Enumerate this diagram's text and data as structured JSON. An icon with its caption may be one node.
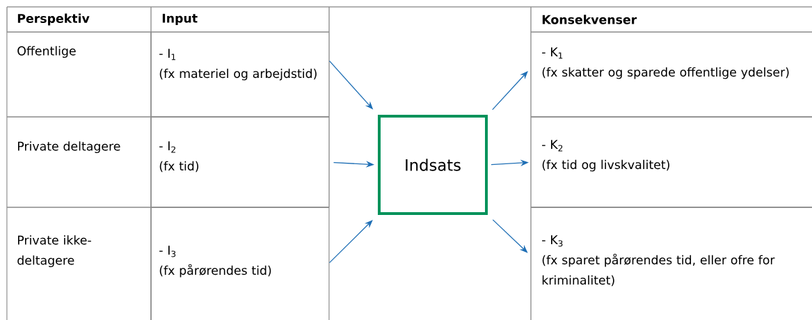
{
  "diagram": {
    "nodes": [
      {
        "text": [
          "- I$_{1}$",
          "(fx materiel og arbejdstid)"
        ]
      },
      {
        "text": [
          "- I$_{2}$",
          "(fx tid)"
        ]
      },
      {
        "text": [
          "- I$_{3}$",
          "(fx pårørendes tid)"
        ]
      },
      {
        "text": [
          "Indsats"
        ]
      },
      {
        "text": [
          "- K$_{1}$",
          "(fx skatter og sparede offentlige ydelser)"
        ]
      },
      {
        "text": [
          "- K$_{2}$",
          "(fx tid og livskvalitet)"
        ]
      },
      {
        "text": [
          "- K$_{3}$",
          "(fx sparet pårørendes tid, eller ofre for kriminalitet)"
        ]
      }
    ],
    "edges": [
      {
        "from": 0,
        "to": 3,
        "arrow": "to"
      },
      {
        "from": 1,
        "to": 3,
        "arrow": "to"
      },
      {
        "from": 2,
        "to": 3,
        "arrow": "to"
      },
      {
        "from": 3,
        "to": 4,
        "arrow": "to"
      },
      {
        "from": 3,
        "to": 5,
        "arrow": "to"
      },
      {
        "from": 3,
        "to": 6,
        "arrow": "to"
      }
    ],
    "labels": [
      "Perspektiv",
      "Input",
      "Konsekvenser",
      "Offentlige",
      "Private deltagere",
      "Private ikke-deltagere"
    ]
  }
}
